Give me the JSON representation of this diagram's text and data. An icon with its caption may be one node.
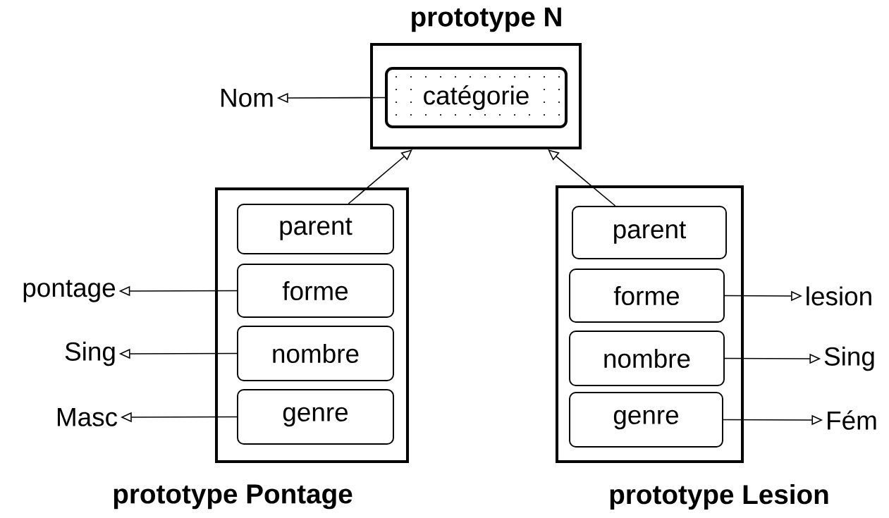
{
  "diagram": {
    "nodes": [
      {
        "text": [
          "prototype N"
        ]
      },
      {
        "text": [
          "catégorie"
        ],
        "in": 0
      },
      {
        "text": [
          "Nom"
        ]
      },
      {
        "text": [
          "prototype Pontage"
        ]
      },
      {
        "text": [
          "parent"
        ],
        "in": 3
      },
      {
        "text": [
          "forme"
        ],
        "in": 3
      },
      {
        "text": [
          "nombre"
        ],
        "in": 3
      },
      {
        "text": [
          "genre"
        ],
        "in": 3
      },
      {
        "text": [
          "pontage"
        ]
      },
      {
        "text": [
          "Sing"
        ]
      },
      {
        "text": [
          "Masc"
        ]
      },
      {
        "text": [
          "prototype Lesion"
        ]
      },
      {
        "text": [
          "parent"
        ],
        "in": 11
      },
      {
        "text": [
          "forme"
        ],
        "in": 11
      },
      {
        "text": [
          "nombre"
        ],
        "in": 11
      },
      {
        "text": [
          "genre"
        ],
        "in": 11
      },
      {
        "text": [
          "lesion"
        ]
      },
      {
        "text": [
          "Sing"
        ]
      },
      {
        "text": [
          "Fém"
        ]
      }
    ],
    "edges": [
      {
        "from": 1,
        "to": 2,
        "arrow": "to"
      },
      {
        "from": 4,
        "to": 0,
        "arrow": "to"
      },
      {
        "from": 12,
        "to": 0,
        "arrow": "to"
      },
      {
        "from": 5,
        "to": 8,
        "arrow": "to"
      },
      {
        "from": 6,
        "to": 9,
        "arrow": "to"
      },
      {
        "from": 7,
        "to": 10,
        "arrow": "to"
      },
      {
        "from": 13,
        "to": 16,
        "arrow": "to"
      },
      {
        "from": 14,
        "to": 17,
        "arrow": "to"
      },
      {
        "from": 15,
        "to": 18,
        "arrow": "to"
      }
    ]
  }
}
